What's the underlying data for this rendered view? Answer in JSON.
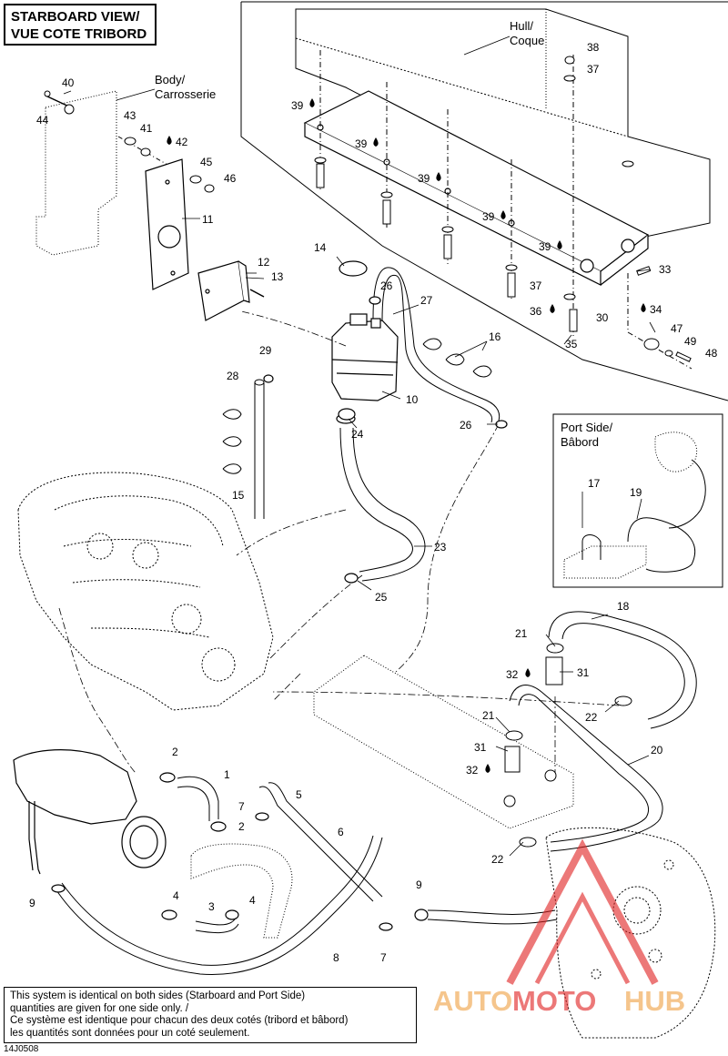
{
  "title": {
    "line1": "STARBOARD VIEW/",
    "line2": "VUE COTE TRIBORD"
  },
  "port_inset": {
    "line1": "Port Side/",
    "line2": "Bâbord"
  },
  "hull_label": {
    "line1": "Hull/",
    "line2": "Coque"
  },
  "body_label": {
    "line1": "Body/",
    "line2": "Carrosserie"
  },
  "note": {
    "line1": "This system is identical on both sides (Starboard and Port Side)",
    "line2": "quantities are given for one side only. /",
    "line3": "Ce système est identique pour chacun des deux cotés (tribord et bâbord)",
    "line4": "les quantités sont données pour un coté seulement."
  },
  "figure_code": "14J0508",
  "watermark": {
    "part1": "AUTO",
    "part2": "MOTO",
    "part3": "HUB"
  },
  "callouts": {
    "c1": "1",
    "c2a": "2",
    "c2b": "2",
    "c3": "3",
    "c4a": "4",
    "c4b": "4",
    "c5": "5",
    "c6": "6",
    "c7a": "7",
    "c7b": "7",
    "c8": "8",
    "c9a": "9",
    "c9b": "9",
    "c10": "10",
    "c11": "11",
    "c12": "12",
    "c13": "13",
    "c14": "14",
    "c15": "15",
    "c16": "16",
    "c17": "17",
    "c18": "18",
    "c19": "19",
    "c20": "20",
    "c21a": "21",
    "c21b": "21",
    "c22a": "22",
    "c22b": "22",
    "c23": "23",
    "c24": "24",
    "c25": "25",
    "c26a": "26",
    "c26b": "26",
    "c27": "27",
    "c28": "28",
    "c29": "29",
    "c30": "30",
    "c31a": "31",
    "c31b": "31",
    "c32a": "32",
    "c32b": "32",
    "c33": "33",
    "c34": "34",
    "c35": "35",
    "c36": "36",
    "c37a": "37",
    "c37b": "37",
    "c38": "38",
    "c39a": "39",
    "c39b": "39",
    "c39c": "39",
    "c39d": "39",
    "c39e": "39",
    "c40": "40",
    "c41": "41",
    "c42": "42",
    "c43": "43",
    "c44": "44",
    "c45": "45",
    "c46": "46",
    "c47": "47",
    "c48": "48",
    "c49": "49"
  },
  "colors": {
    "watermark_orange": "#f0a040",
    "watermark_red": "#e02020",
    "line": "#000000"
  }
}
